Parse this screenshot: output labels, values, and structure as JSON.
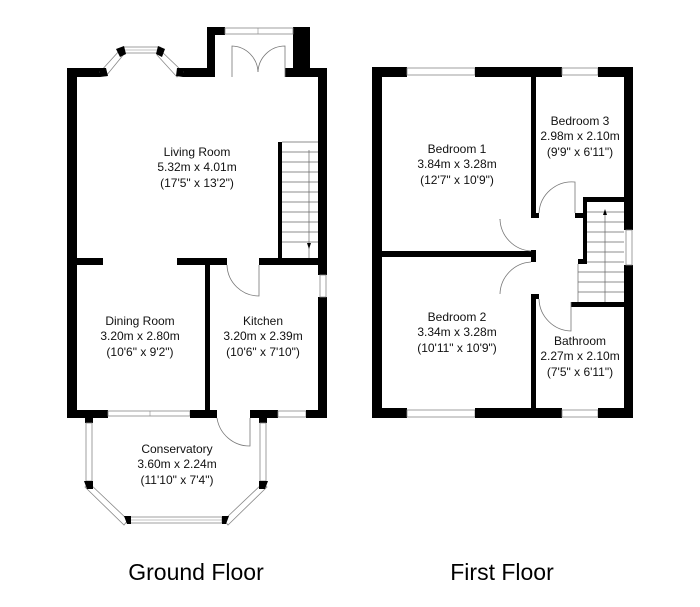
{
  "floors": {
    "ground": {
      "label": "Ground Floor",
      "rooms": {
        "living": {
          "name": "Living Room",
          "metric": "5.32m x 4.01m",
          "imperial": "(17'5\" x 13'2\")"
        },
        "dining": {
          "name": "Dining Room",
          "metric": "3.20m x 2.80m",
          "imperial": "(10'6\" x 9'2\")"
        },
        "kitchen": {
          "name": "Kitchen",
          "metric": "3.20m x 2.39m",
          "imperial": "(10'6\" x 7'10\")"
        },
        "conservatory": {
          "name": "Conservatory",
          "metric": "3.60m x 2.24m",
          "imperial": "(11'10\" x 7'4\")"
        }
      }
    },
    "first": {
      "label": "First Floor",
      "rooms": {
        "bedroom1": {
          "name": "Bedroom 1",
          "metric": "3.84m x 3.28m",
          "imperial": "(12'7\" x 10'9\")"
        },
        "bedroom3": {
          "name": "Bedroom 3",
          "metric": "2.98m x 2.10m",
          "imperial": "(9'9\" x 6'11\")"
        },
        "bedroom2": {
          "name": "Bedroom 2",
          "metric": "3.34m x 3.28m",
          "imperial": "(10'11\" x 10'9\")"
        },
        "bathroom": {
          "name": "Bathroom",
          "metric": "2.27m x 2.10m",
          "imperial": "(7'5\" x 6'11\")"
        }
      }
    }
  }
}
